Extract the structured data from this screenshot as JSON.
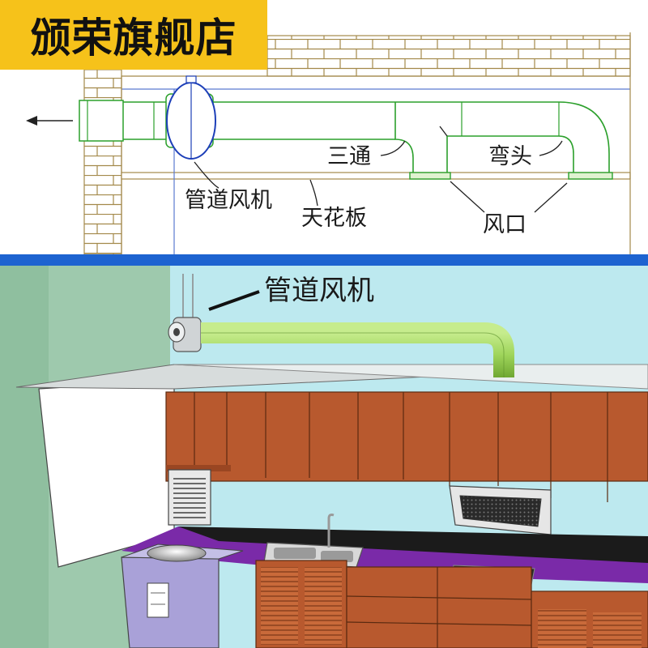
{
  "brand": {
    "name": "颁荣旗舰店",
    "bg_color": "#f6c21a"
  },
  "schematic": {
    "labels": {
      "tee": "三通",
      "elbow": "弯头",
      "duct_fan": "管道风机",
      "ceiling": "天花板",
      "air_outlet": "风口"
    },
    "exhaust_arrow_icon": "arrow-left-icon"
  },
  "scene": {
    "labels": {
      "duct_fan": "管道风机"
    },
    "colors": {
      "duct": "#9ed45a",
      "cabinet": "#b8592e",
      "wall": "#bde9ef",
      "countertop": "#7a2aa8",
      "divider": "#1d63d0"
    }
  }
}
